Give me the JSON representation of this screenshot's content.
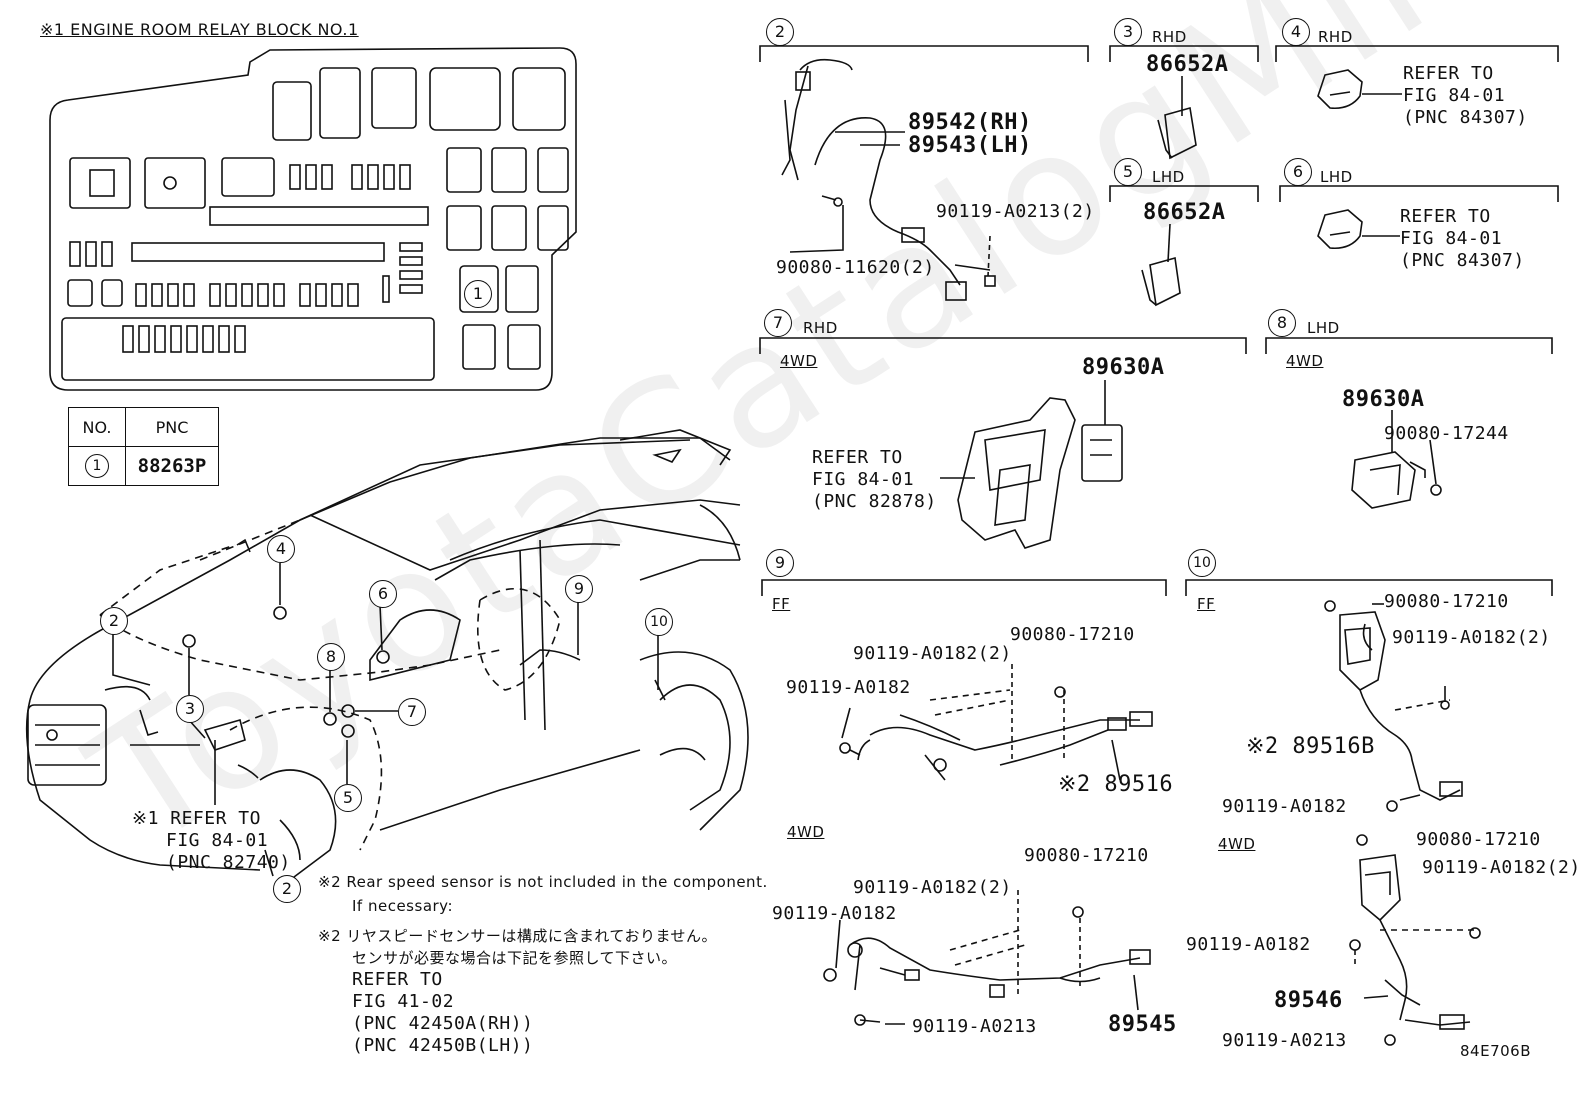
{
  "watermark": "ToyotaCatalogMine.ru",
  "relay_block": {
    "title": "※1 ENGINE ROOM RELAY BLOCK NO.1",
    "slot_number": "1"
  },
  "pnc_table": {
    "headers": [
      "NO.",
      "PNC"
    ],
    "rows": [
      {
        "no": "1",
        "pnc": "88263P"
      }
    ]
  },
  "sections": {
    "s2": {
      "num": "2",
      "tag": ""
    },
    "s3": {
      "num": "3",
      "tag": "RHD"
    },
    "s4": {
      "num": "4",
      "tag": "RHD"
    },
    "s5": {
      "num": "5",
      "tag": "LHD"
    },
    "s6": {
      "num": "6",
      "tag": "LHD"
    },
    "s7": {
      "num": "7",
      "tag": "RHD",
      "sub": "4WD"
    },
    "s8": {
      "num": "8",
      "tag": "LHD",
      "sub": "4WD"
    },
    "s9": {
      "num": "9",
      "sub_ff": "FF",
      "sub_4wd": "4WD"
    },
    "s10": {
      "num": "10",
      "sub_ff": "FF",
      "sub_4wd": "4WD"
    }
  },
  "labels": {
    "p89542": "89542(RH)",
    "p89543": "89543(LH)",
    "p90119_a0213_2": "90119-A0213(2)",
    "p90080_11620_2": "90080-11620(2)",
    "p86652a_rhd": "86652A",
    "p86652a_lhd": "86652A",
    "ref4": [
      "REFER TO",
      "FIG 84-01",
      "(PNC 84307)"
    ],
    "ref6": [
      "REFER TO",
      "FIG 84-01",
      "(PNC 84307)"
    ],
    "p89630a_rhd": "89630A",
    "ref7": [
      "REFER TO",
      "FIG 84-01",
      "(PNC 82878)"
    ],
    "p89630a_lhd": "89630A",
    "p90080_17244": "90080-17244",
    "s9_ff_90080_17210": "90080-17210",
    "s9_ff_90119_a0182_2": "90119-A0182(2)",
    "s9_ff_90119_a0182": "90119-A0182",
    "s9_ff_89516": "※2 89516",
    "s9_4wd_90080_17210": "90080-17210",
    "s9_4wd_90119_a0182_2": "90119-A0182(2)",
    "s9_4wd_90119_a0182": "90119-A0182",
    "s9_4wd_90119_a0213": "90119-A0213",
    "s9_4wd_89545": "89545",
    "s10_ff_90080_17210": "90080-17210",
    "s10_ff_90119_a0182_2": "90119-A0182(2)",
    "s10_ff_89516b": "※2 89516B",
    "s10_ff_90119_a0182": "90119-A0182",
    "s10_4wd_90080_17210": "90080-17210",
    "s10_4wd_90119_a0182_2": "90119-A0182(2)",
    "s10_4wd_90119_a0182": "90119-A0182",
    "s10_4wd_89546": "89546",
    "s10_4wd_90119_a0213": "90119-A0213",
    "car_ref": [
      "※1 REFER TO",
      "FIG 84-01",
      "(PNC 82740)"
    ]
  },
  "car_callouts": [
    "2",
    "3",
    "4",
    "6",
    "8",
    "7",
    "5",
    "9",
    "10",
    "2"
  ],
  "notes": {
    "en_1": "※2 Rear speed sensor is not included in the component.",
    "en_2": "If necessary:",
    "jp_1": "※2 リヤスピードセンサーは構成に含まれておりません。",
    "jp_2": "センサが必要な場合は下記を参照して下さい。",
    "ref": [
      "REFER TO",
      "FIG 41-02",
      "(PNC 42450A(RH))",
      "(PNC 42450B(LH))"
    ]
  },
  "figure_code": "84E706B"
}
